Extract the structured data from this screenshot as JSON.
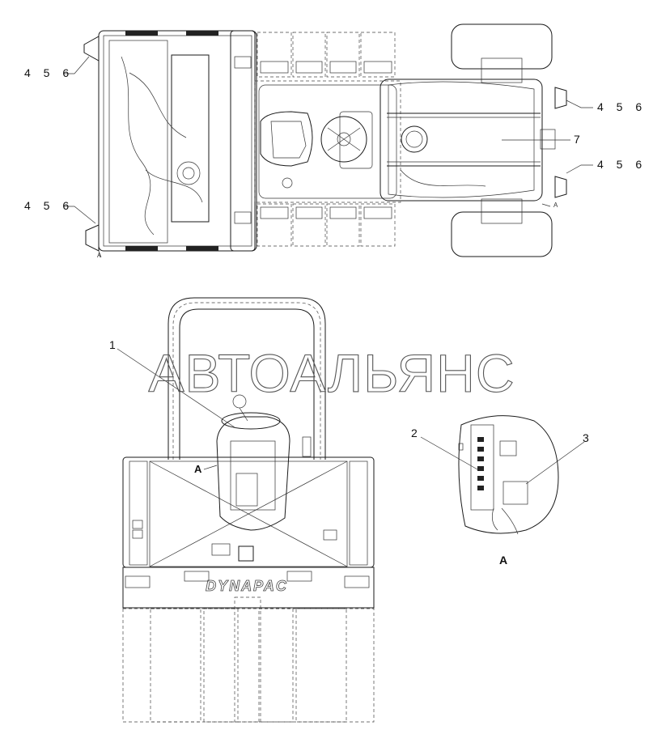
{
  "callouts": {
    "lamp_top_left": "4 5 6",
    "lamp_bottom_left": "4 5 6",
    "lamp_top_right": "4 5 6",
    "lamp_bottom_right": "4 5 6",
    "item_7": "7",
    "item_1": "1",
    "item_2": "2",
    "item_3": "3",
    "detail_ref": "A",
    "detail_caption": "A",
    "small_a_left": "A",
    "small_a_right": "A"
  },
  "watermark": "АВТОАЛЬЯНС",
  "brand": "DYNAPAC"
}
